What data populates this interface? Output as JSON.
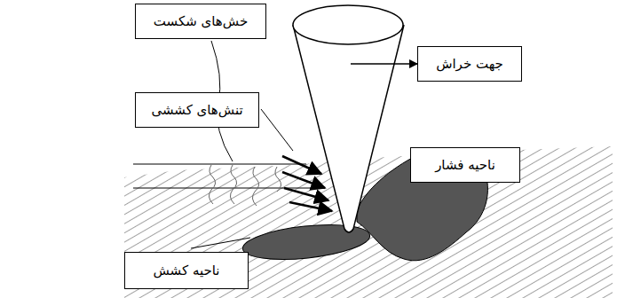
{
  "diagram": {
    "nodes": [
      {
        "text": [
          "خش‌های شکست"
        ]
      },
      {
        "text": [
          "جهت خراش"
        ]
      },
      {
        "text": [
          "تنش‌های کششی"
        ]
      },
      {
        "text": [
          "ناحیه فشار"
        ]
      },
      {
        "text": [
          "ناحیه کشش"
        ]
      }
    ]
  }
}
